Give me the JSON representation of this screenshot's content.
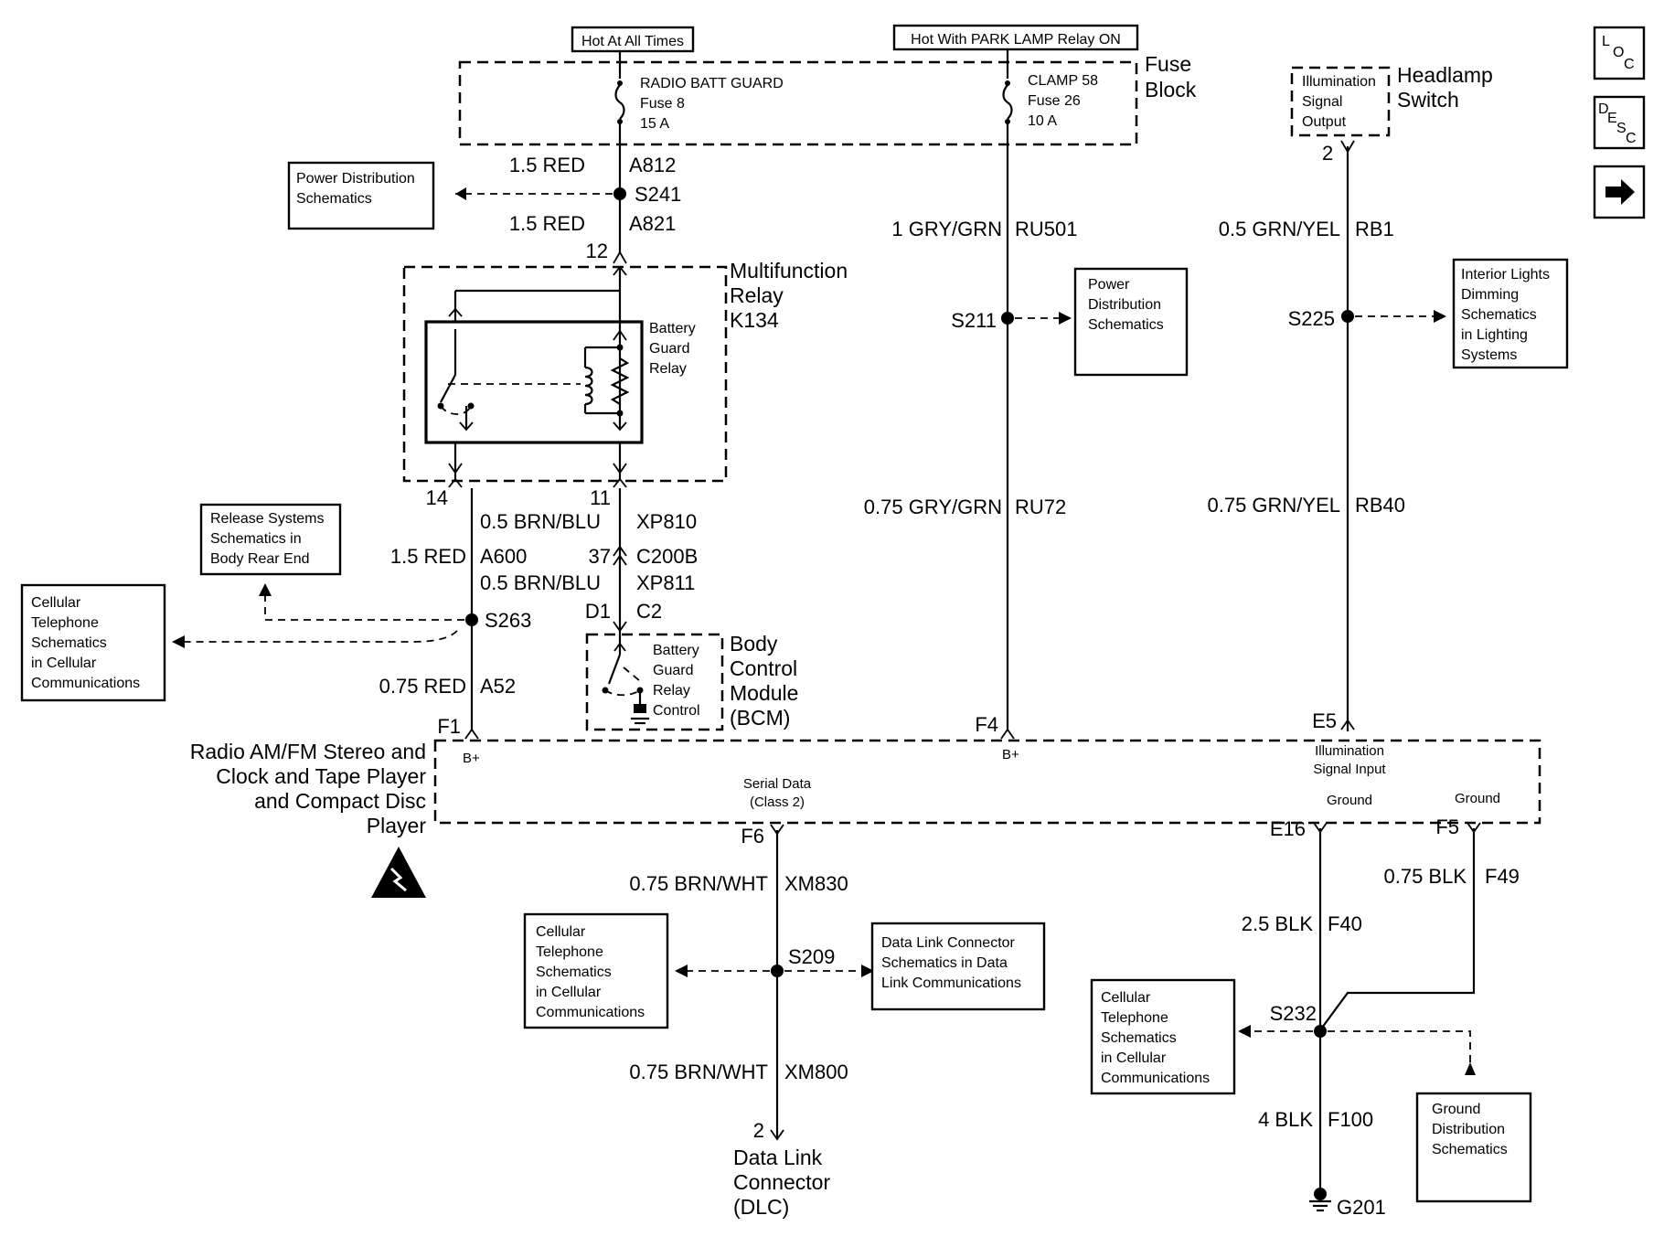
{
  "power_labels": {
    "hot_at_all_times": "Hot At All Times",
    "hot_with_park_lamp": "Hot With PARK LAMP Relay ON"
  },
  "fuse_block": {
    "title_line1": "Fuse",
    "title_line2": "Block",
    "fuse8": [
      "RADIO BATT GUARD",
      "Fuse 8",
      "15 A"
    ],
    "fuse26": [
      "CLAMP 58",
      "Fuse 26",
      "10 A"
    ]
  },
  "headlamp_switch": {
    "title_line1": "Headlamp",
    "title_line2": "Switch",
    "output": [
      "Illumination",
      "Signal",
      "Output"
    ],
    "pin": "2"
  },
  "side_icons": {
    "loc": [
      "L",
      "O",
      "C"
    ],
    "desc": [
      "D",
      "E",
      "S",
      "C"
    ]
  },
  "wires": {
    "a812": [
      "1.5 RED",
      "A812"
    ],
    "a821": [
      "1.5 RED",
      "A821"
    ],
    "ru501": [
      "1 GRY/GRN",
      "RU501"
    ],
    "rb1": [
      "0.5 GRN/YEL",
      "RB1"
    ],
    "ru72": [
      "0.75 GRY/GRN",
      "RU72"
    ],
    "rb40": [
      "0.75 GRN/YEL",
      "RB40"
    ],
    "xp810": [
      "0.5 BRN/BLU",
      "XP810"
    ],
    "a600": [
      "1.5 RED",
      "A600"
    ],
    "xp811": [
      "0.5 BRN/BLU",
      "XP811"
    ],
    "a52": [
      "0.75 RED",
      "A52"
    ],
    "xm830": [
      "0.75 BRN/WHT",
      "XM830"
    ],
    "xm800": [
      "0.75 BRN/WHT",
      "XM800"
    ],
    "f49": [
      "0.75 BLK",
      "F49"
    ],
    "f40": [
      "2.5 BLK",
      "F40"
    ],
    "f100": [
      "4 BLK",
      "F100"
    ]
  },
  "splices": {
    "s241": "S241",
    "s211": "S211",
    "s225": "S225",
    "s263": "S263",
    "s209": "S209",
    "s232": "S232"
  },
  "ref_boxes": {
    "power_dist_left": [
      "Power Distribution",
      "Schematics"
    ],
    "power_dist_mid": [
      "Power",
      "Distribution",
      "Schematics"
    ],
    "interior_lights": [
      "Interior Lights",
      "Dimming",
      "Schematics",
      "in Lighting",
      "Systems"
    ],
    "release_systems": [
      "Release Systems",
      "Schematics in",
      "Body Rear End"
    ],
    "cellular_left": [
      "Cellular",
      "Telephone",
      "Schematics",
      "in Cellular",
      "Communications"
    ],
    "cellular_mid": [
      "Cellular",
      "Telephone",
      "Schematics",
      "in Cellular",
      "Communications"
    ],
    "data_link": [
      "Data Link Connector",
      "Schematics in Data",
      "Link Communications"
    ],
    "cellular_right": [
      "Cellular",
      "Telephone",
      "Schematics",
      "in Cellular",
      "Communications"
    ],
    "ground_dist": [
      "Ground",
      "Distribution",
      "Schematics"
    ]
  },
  "relay": {
    "title": [
      "Multifunction",
      "Relay",
      "K134"
    ],
    "inner": [
      "Battery",
      "Guard",
      "Relay"
    ],
    "pin12": "12",
    "pin14": "14",
    "pin11": "11"
  },
  "connectors": {
    "c200b_pin": "37",
    "c200b": "C200B",
    "d1": "D1",
    "c2": "C2"
  },
  "bcm": {
    "title": [
      "Body",
      "Control",
      "Module",
      "(BCM)"
    ],
    "inner": [
      "Battery",
      "Guard",
      "Relay",
      "Control"
    ]
  },
  "radio": {
    "title": [
      "Radio AM/FM Stereo and",
      "Clock and Tape Player",
      "and Compact Disc",
      "Player"
    ],
    "f1": "F1",
    "f4": "F4",
    "e5": "E5",
    "bplus": "B+",
    "illum_input": [
      "Illumination",
      "Signal Input"
    ],
    "serial": [
      "Serial Data",
      "(Class 2)"
    ],
    "ground": "Ground",
    "f6": "F6",
    "e16": "E16",
    "f5": "F5"
  },
  "dlc": {
    "pin": "2",
    "title": [
      "Data Link",
      "Connector",
      "(DLC)"
    ]
  },
  "ground_point": "G201"
}
